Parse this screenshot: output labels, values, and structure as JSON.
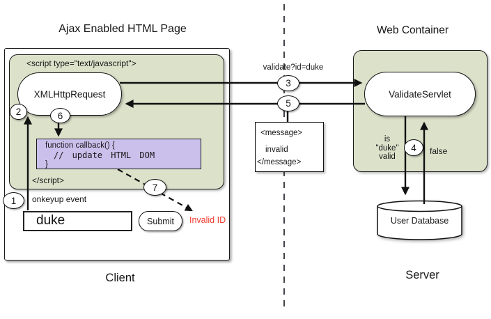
{
  "titles": {
    "client_box": "Ajax Enabled HTML Page",
    "server_box": "Web Container",
    "client_side": "Client",
    "server_side": "Server"
  },
  "client": {
    "script_open": "<script type=\"text/javascript\">",
    "script_close": "</script>",
    "xhr": "XMLHttpRequest",
    "callback": [
      "function callback() {",
      "// update HTML DOM",
      "}"
    ],
    "onkeyup": "onkeyup event",
    "input_value": "duke",
    "submit": "Submit",
    "invalid": "Invalid ID"
  },
  "server": {
    "servlet": "ValidateServlet",
    "database": "User Database",
    "query": [
      "is",
      "\"duke\"",
      "valid"
    ],
    "result": "false"
  },
  "flow": {
    "request": "validate?id=duke",
    "message": [
      "<message>",
      "invalid",
      "</message>"
    ]
  },
  "steps": [
    "1",
    "2",
    "3",
    "4",
    "5",
    "6",
    "7"
  ],
  "colors": {
    "panel_green": "#dce1ca",
    "callback_purple": "#cbc0ec",
    "error_red": "#f23b2e"
  }
}
